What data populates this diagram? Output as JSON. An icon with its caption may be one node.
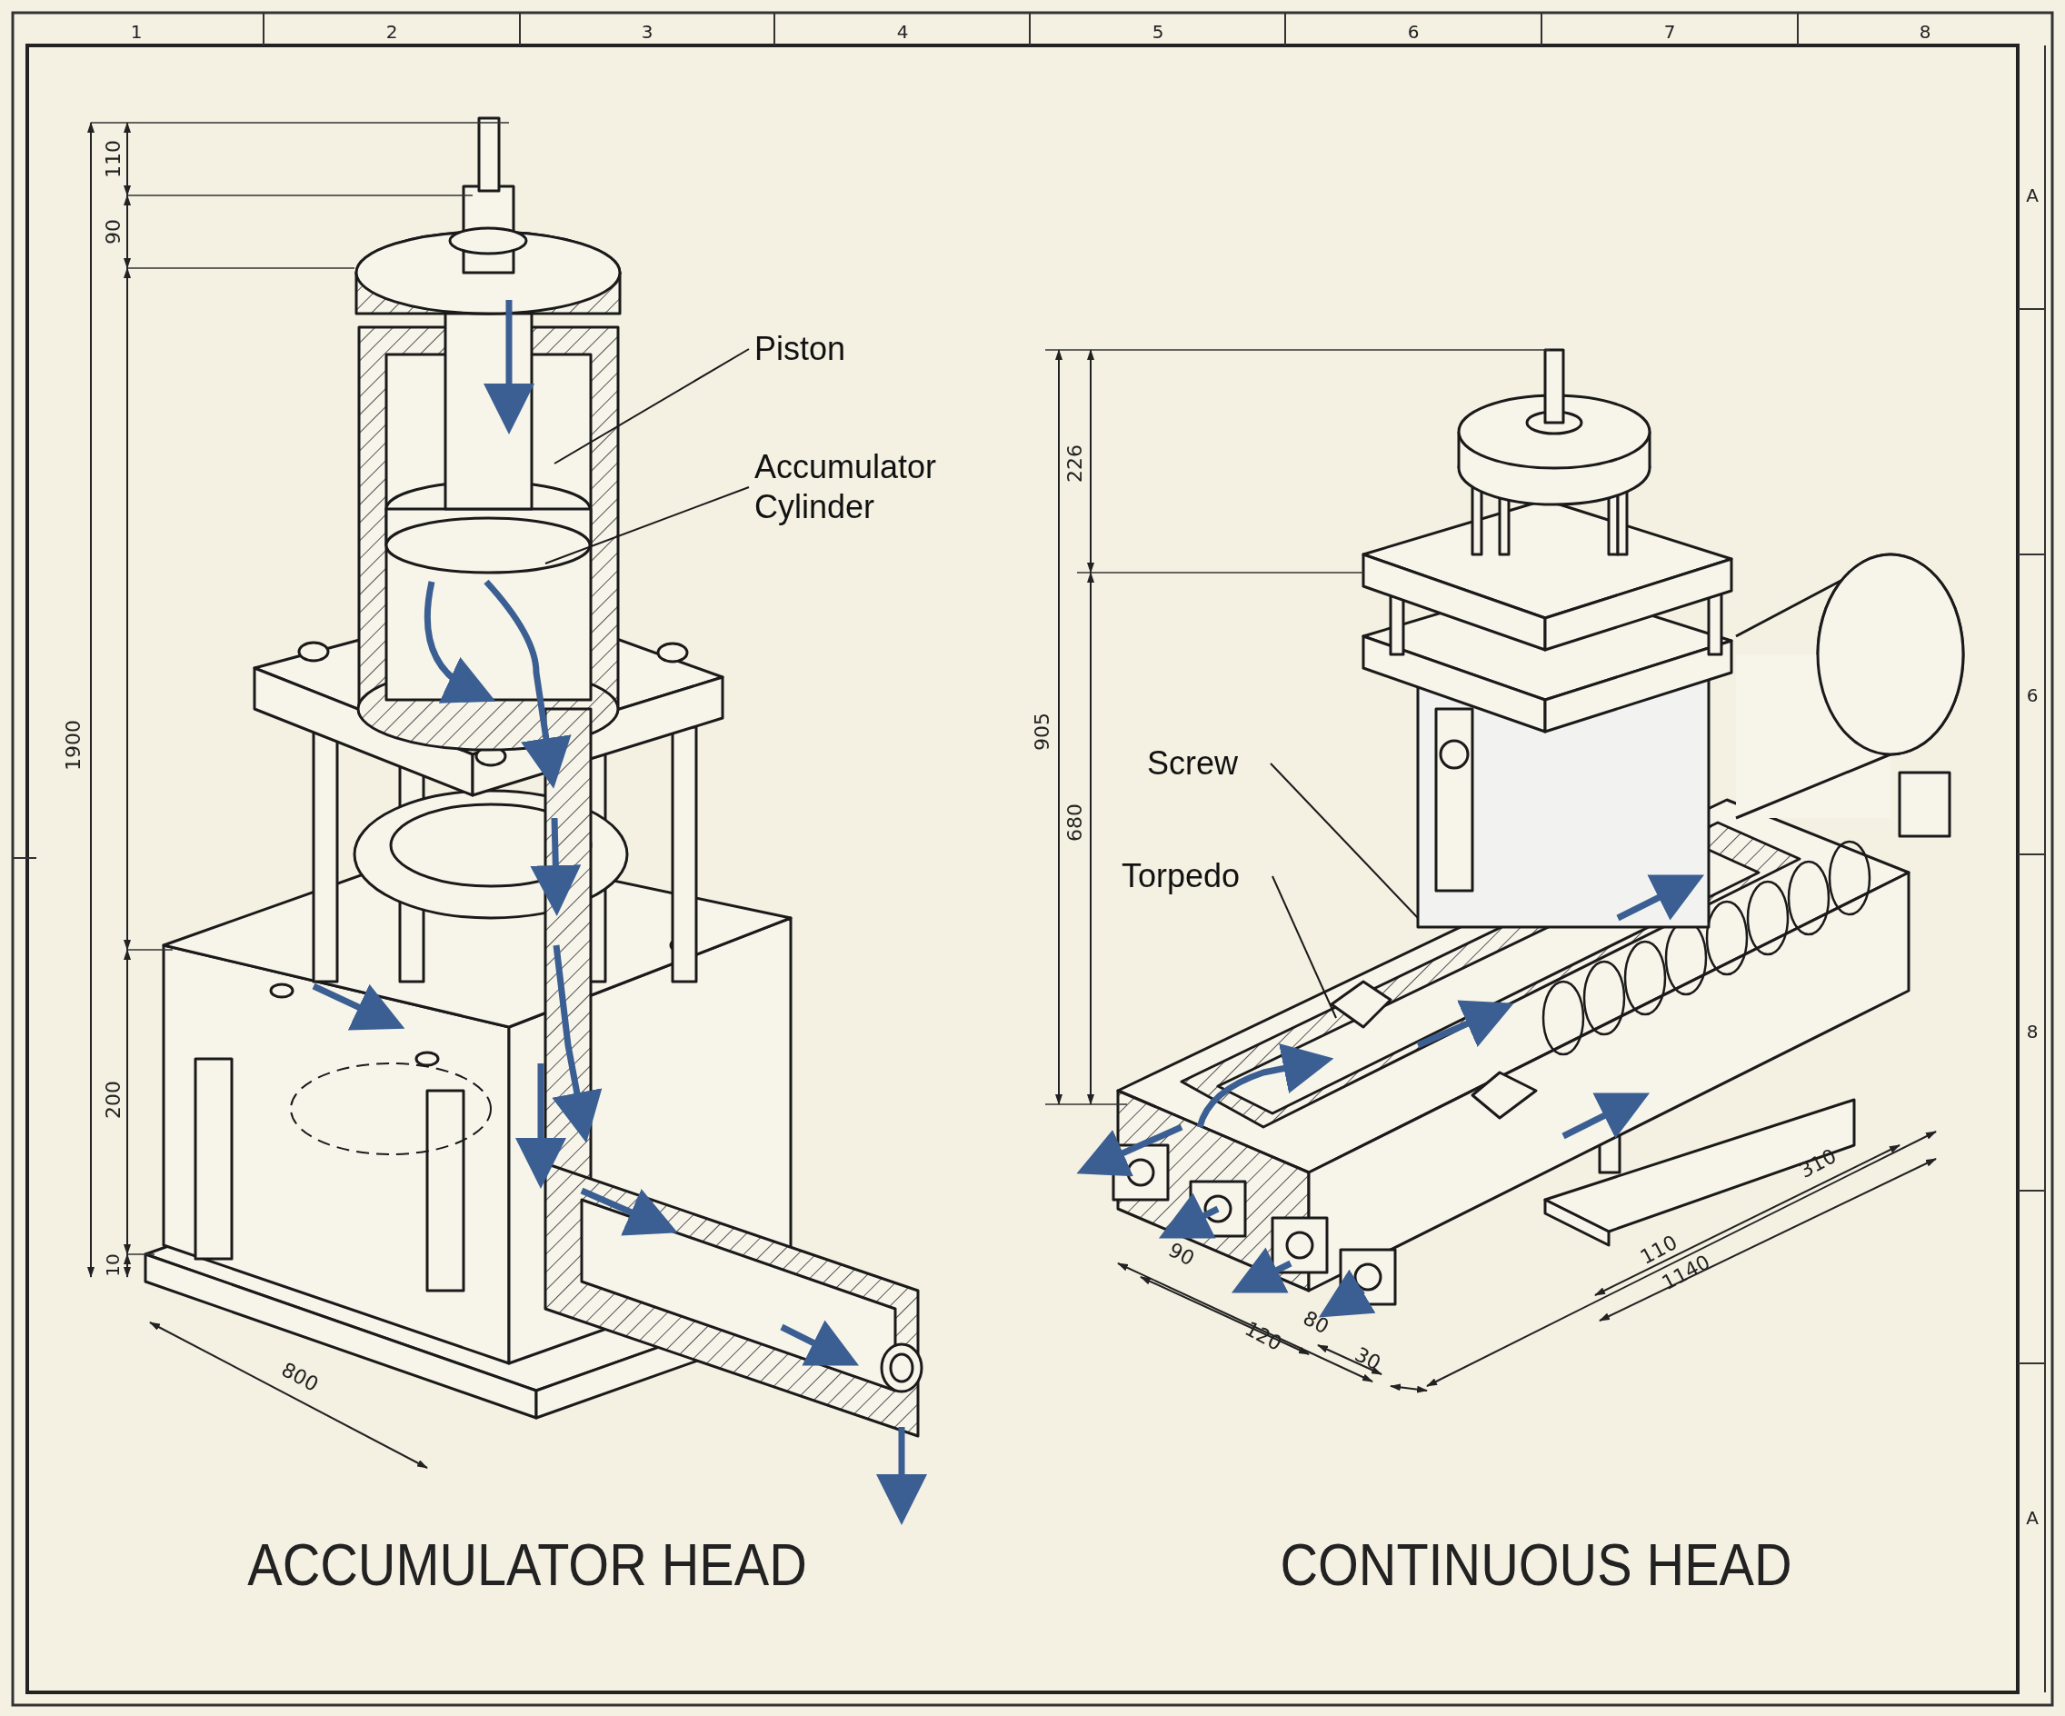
{
  "diagram": {
    "nodes": [
      {
        "text": [
          "Piston"
        ]
      },
      {
        "text": [
          "Accumulator Cylinder"
        ]
      },
      {
        "text": [
          "Screw"
        ]
      },
      {
        "text": [
          "Torpedo"
        ]
      }
    ],
    "edges": [
      {
        "from": 0,
        "to": null,
        "arrow": "none"
      },
      {
        "from": 1,
        "to": null,
        "arrow": "none"
      },
      {
        "from": 2,
        "to": null,
        "arrow": "none"
      },
      {
        "from": 3,
        "to": null,
        "arrow": "none"
      }
    ],
    "labels": [
      "1",
      "2",
      "3",
      "4",
      "5",
      "6",
      "7",
      "8",
      "A",
      "6",
      "8",
      "A",
      "110",
      "90",
      "1900",
      "200",
      "10",
      "800",
      "226",
      "905",
      "680",
      "90",
      "120",
      "80",
      "30",
      "310",
      "110",
      "1140",
      "ACCUMULATOR HEAD",
      "CONTINUOUS HEAD"
    ]
  }
}
